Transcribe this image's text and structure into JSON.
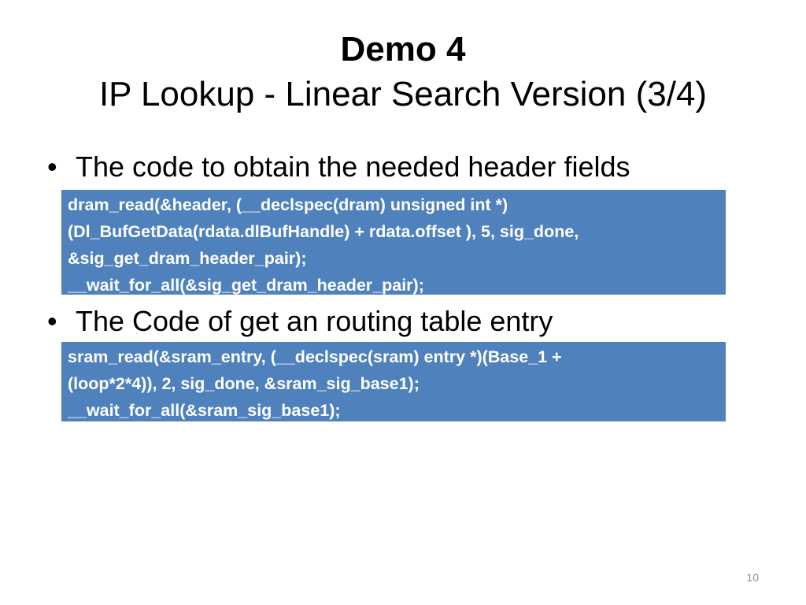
{
  "slide": {
    "title_line1": "Demo 4",
    "title_line2": "IP Lookup - Linear Search Version (3/4)",
    "bullets": [
      {
        "marker": "•",
        "text": "The code to obtain the needed header fields",
        "code_lines": [
          "dram_read(&header, (__declspec(dram) unsigned int *)",
          "(Dl_BufGetData(rdata.dlBufHandle) + rdata.offset ), 5, sig_done,",
          "&sig_get_dram_header_pair);",
          "__wait_for_all(&sig_get_dram_header_pair);"
        ]
      },
      {
        "marker": "•",
        "text": "The Code of get an routing table entry",
        "code_lines": [
          "sram_read(&sram_entry, (__declspec(sram) entry *)(Base_1 +",
          "(loop*2*4)), 2, sig_done, &sram_sig_base1);",
          "__wait_for_all(&sram_sig_base1);"
        ]
      }
    ],
    "slide_number": "10",
    "colors": {
      "code_box_background": "#4f81bd",
      "code_text": "#ffffff",
      "slide_number": "#8c8c8c"
    }
  }
}
